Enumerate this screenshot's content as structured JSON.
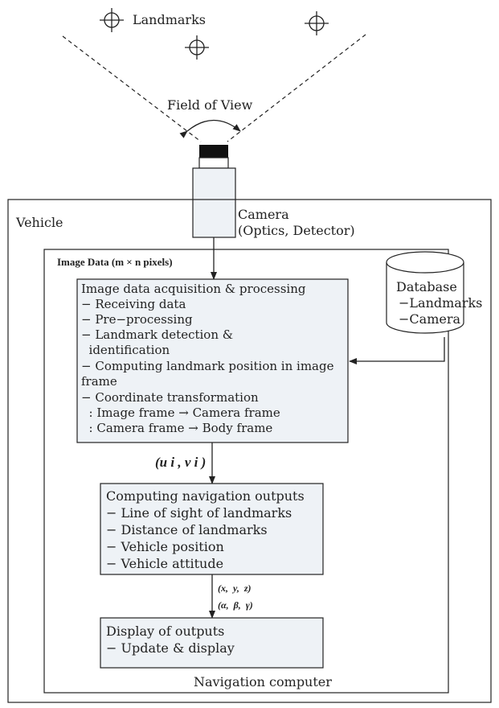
{
  "landmarks_label": "Landmarks",
  "fov_label": "Field of View",
  "vehicle_label": "Vehicle",
  "camera": {
    "line1": "Camera",
    "line2": "(Optics, Detector)"
  },
  "image_data_label": "Image Data (m × n pixels)",
  "database": {
    "title": "Database",
    "items": [
      "−Landmarks",
      "−Camera"
    ]
  },
  "acquisition_box": {
    "lines": [
      "Image data acquisition & processing",
      "− Receiving data",
      "− Pre−processing",
      "− Landmark detection &",
      "  identification",
      "− Computing landmark position in image",
      "frame",
      "− Coordinate transformation",
      "  : Image frame → Camera frame",
      "  : Camera frame → Body frame"
    ]
  },
  "pixel_coords_label": "(u i , v i )",
  "navigation_box": {
    "lines": [
      "Computing navigation outputs",
      "− Line of sight of landmarks",
      "− Distance of landmarks",
      "− Vehicle position",
      "− Vehicle attitude"
    ]
  },
  "position_label": "(x,  y,  z)",
  "attitude_label": "(α,  β,  γ)",
  "display_box": {
    "lines": [
      "Display of outputs",
      "− Update & display"
    ]
  },
  "nav_computer_label": "Navigation computer",
  "colors": {
    "box_fill": "#eef2f6",
    "stroke": "#222222"
  }
}
